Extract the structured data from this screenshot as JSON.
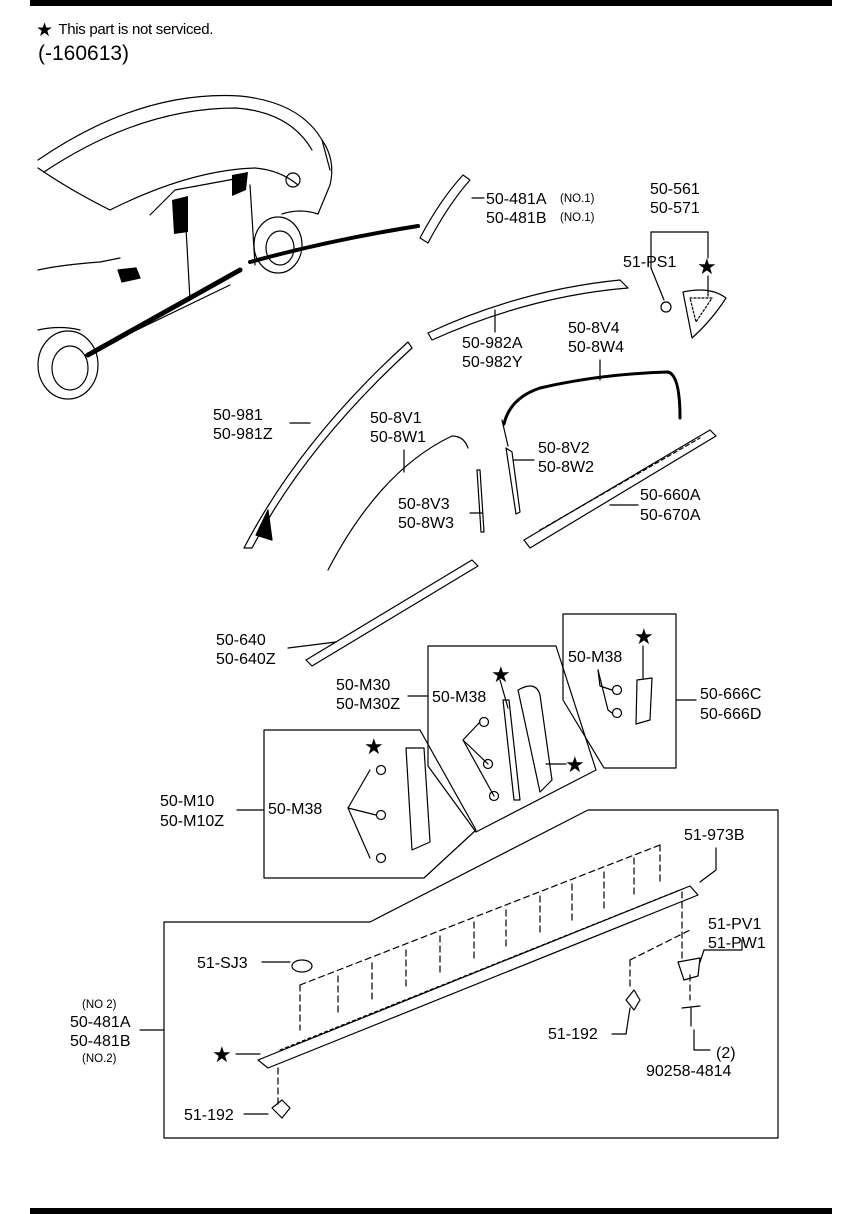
{
  "header": {
    "star": "★",
    "note_text": "This part is not serviced.",
    "serial_range": "(-160613)"
  },
  "callouts": {
    "p481a_top": "50-481A",
    "p481b_top": "50-481B",
    "no1": "(NO.1)",
    "p561": "50-561",
    "p571": "50-571",
    "ps1": "51-PS1",
    "p982a": "50-982A",
    "p982y": "50-982Y",
    "p8v4": "50-8V4",
    "p8w4": "50-8W4",
    "p981": "50-981",
    "p981z": "50-981Z",
    "p8v1": "50-8V1",
    "p8w1": "50-8W1",
    "p8v2": "50-8V2",
    "p8w2": "50-8W2",
    "p8v3": "50-8V3",
    "p8w3": "50-8W3",
    "p660a": "50-660A",
    "p670a": "50-670A",
    "p640": "50-640",
    "p640z": "50-640Z",
    "m38": "50-M38",
    "m30": "50-M30",
    "m30z": "50-M30Z",
    "p666c": "50-666C",
    "p666d": "50-666D",
    "m10": "50-M10",
    "m10z": "50-M10Z",
    "p973b": "51-973B",
    "pv1": "51-PV1",
    "pw1": "51-PW1",
    "sj3": "51-SJ3",
    "no2_a": "(NO 2)",
    "p481a_bot": "50-481A",
    "p481b_bot": "50-481B",
    "no2_b": "(NO.2)",
    "p192": "51-192",
    "qty2": "(2)",
    "p90258": "90258-4814"
  },
  "colors": {
    "ink": "#000000",
    "paper": "#ffffff"
  }
}
